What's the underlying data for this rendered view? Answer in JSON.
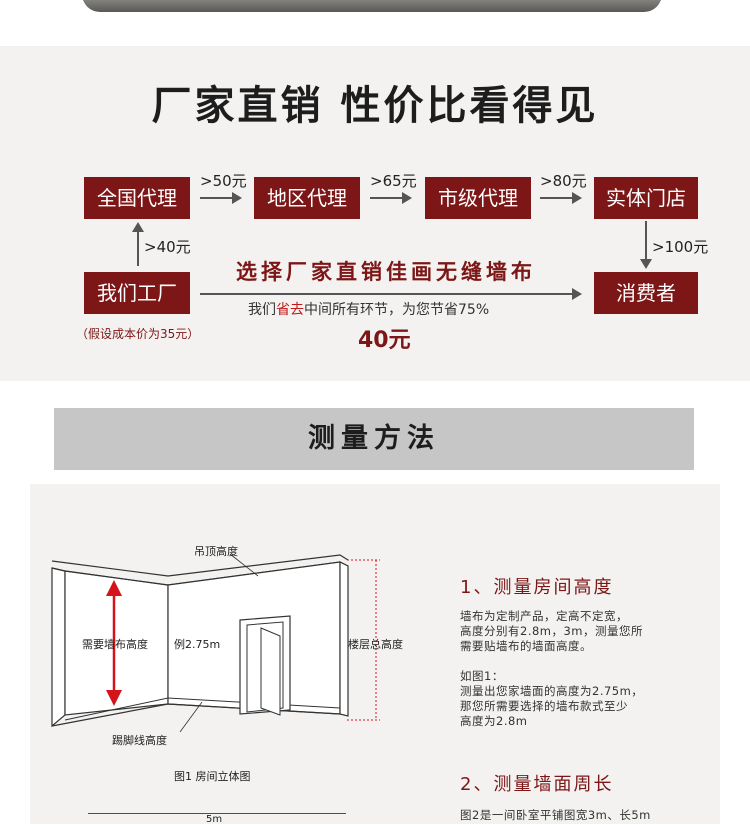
{
  "header": {
    "title": "厂家直销 性价比看得见"
  },
  "flow": {
    "boxes": {
      "national": "全国代理",
      "regional": "地区代理",
      "city": "市级代理",
      "store": "实体门店",
      "factory": "我们工厂",
      "consumer": "消费者"
    },
    "markups": {
      "to_regional": ">50元",
      "to_city": ">65元",
      "to_store": ">80元",
      "to_national": ">40元",
      "to_consumer": ">100元"
    },
    "slogan": "选择厂家直销佳画无缝墙布",
    "note_prefix": "我们",
    "note_highlight": "省去",
    "note_suffix": "中间所有环节，为您节省75%",
    "direct_price": "40元",
    "assumption": "（假设成本价为35元）"
  },
  "measure": {
    "section_title": "测量方法",
    "diagram": {
      "ceiling_label": "吊顶高度",
      "wallcloth_height_label": "需要墙布高度",
      "example_label": "例2.75m",
      "floor_total_label": "楼层总高度",
      "skirting_label": "踢脚线高度",
      "figure_caption": "图1  房间立体图",
      "fig2_width_label": "5m"
    },
    "step1": {
      "title": "1、测量房间高度",
      "body1": [
        "墙布为定制产品，定高不定宽，",
        "高度分别有2.8m，3m，测量您所",
        "需要贴墙布的墙面高度。"
      ],
      "body2": [
        "如图1：",
        "测量出您家墙面的高度为2.75m，",
        "那您所需要选择的墙布款式至少",
        "高度为2.8m"
      ]
    },
    "step2": {
      "title": "2、测量墙面周长",
      "body": "图2是一间卧室平铺图宽3m、长5m"
    }
  },
  "colors": {
    "brand_red": "#7d1616",
    "highlight_red": "#c01818",
    "panel_bg": "#f3f2f0",
    "title_bar": "#c6c6c6"
  }
}
